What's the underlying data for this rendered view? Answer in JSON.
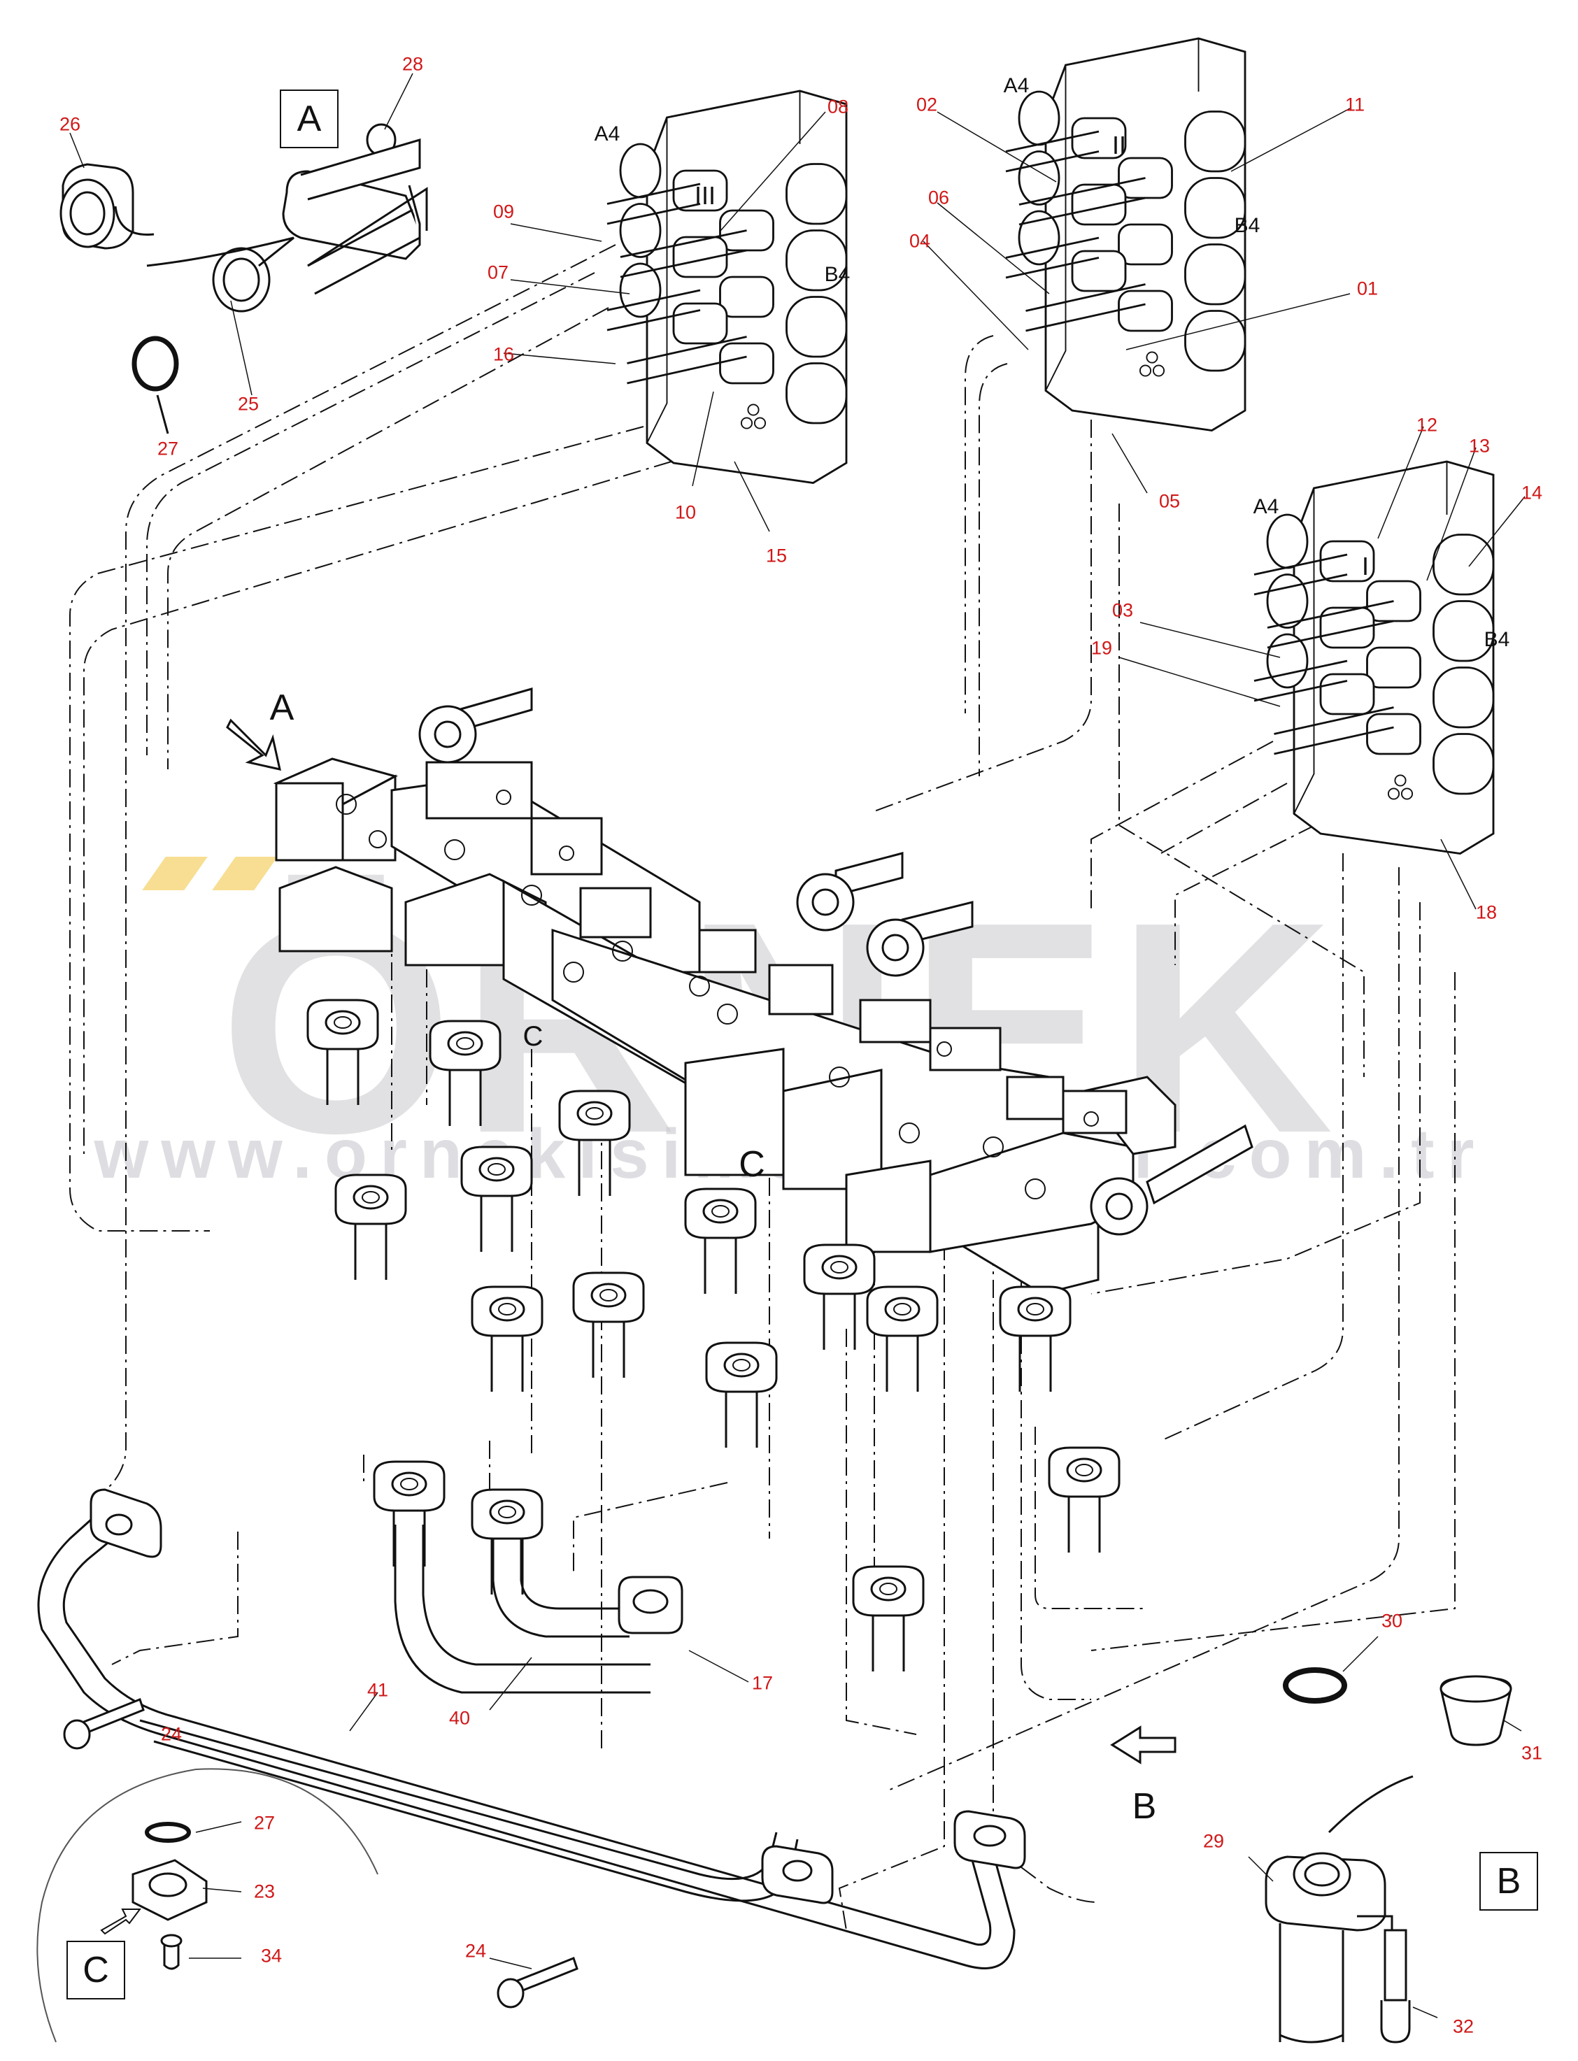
{
  "watermark": {
    "brand": "ÖRNEK",
    "url": "www.ornekisimakinalari.com.tr",
    "accent_color": "#f2c84a",
    "text_color": "#c9c9cf"
  },
  "view_labels": {
    "a_box": "A",
    "b_box": "B",
    "c_box": "C",
    "a_arrow": "A",
    "b_arrow": "B",
    "c_inline_1": "C",
    "c_inline_2": "C"
  },
  "valve_tags": {
    "a4": "A4",
    "b4": "B4",
    "section_1": "I",
    "section_2": "II",
    "section_3": "III"
  },
  "part_numbers": {
    "p01": "01",
    "p02": "02",
    "p03": "03",
    "p04": "04",
    "p05": "05",
    "p06": "06",
    "p07": "07",
    "p08": "08",
    "p09": "09",
    "p10": "10",
    "p11": "11",
    "p12": "12",
    "p13": "13",
    "p14": "14",
    "p15": "15",
    "p16": "16",
    "p17": "17",
    "p18": "18",
    "p19": "19",
    "p23": "23",
    "p24a": "24",
    "p24b": "24",
    "p25": "25",
    "p26": "26",
    "p27a": "27",
    "p27b": "27",
    "p28": "28",
    "p29": "29",
    "p30": "30",
    "p31": "31",
    "p32": "32",
    "p34": "34",
    "p40": "40",
    "p41": "41"
  },
  "colors": {
    "label_red": "#d01818",
    "line": "#111111"
  }
}
